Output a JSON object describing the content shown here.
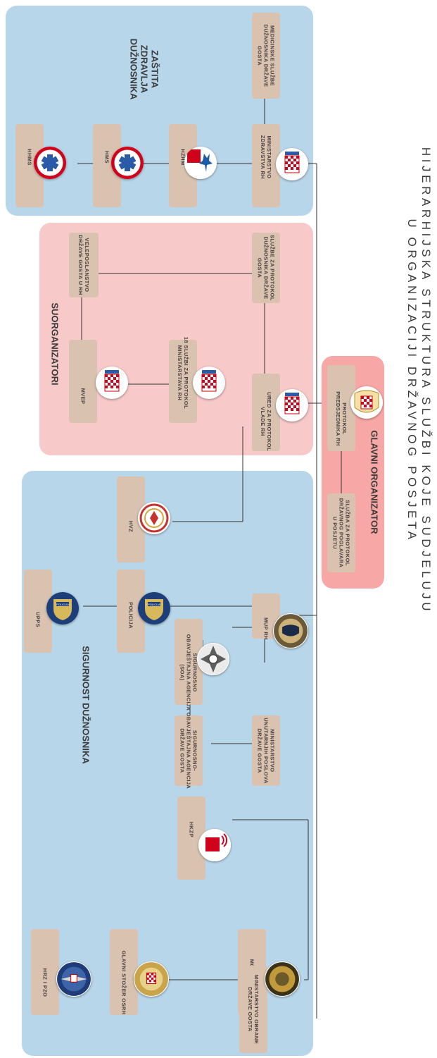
{
  "title": {
    "line1": "HIJERARHIJSKA STRUKTURA SLUŽBI KOJE SUDJELUJU",
    "line2": "U ORGANIZACIJI DRŽAVNOG POSJETA"
  },
  "colors": {
    "blue_region": "#b8d6e9",
    "pink_region": "#f8c9c9",
    "red_region": "#f7a7a5",
    "node_box": "#d9c3b0"
  },
  "sections": {
    "zdravlje": "ZAŠTITA\nZDRAVLJA\nDUŽNOSNIKA",
    "suorganizatori": "SUORGANIZATORI",
    "glavni": "GLAVNI ORGANIZATOR",
    "sigurnost": "SIGURNOST DUŽNOSNIKA"
  },
  "nodes": {
    "med_sluzbe": "MEDICINSKE SLUŽBE\nDUŽNOSNIKA DRŽAVE\nGOSTA",
    "min_zdravstva": "MINISTARSTVO\nZDRAVSTVA RH",
    "hzhm": "HZHM",
    "hms": "HMS",
    "hhms": "HHMS",
    "sluzbe_protokol_gosta": "SLUŽBE ZA PROTOKOL\nDUŽNOSNIKA DRŽAVE\nGOSTA",
    "veleposlanstvo": "VELEPOSLANSTVO\nDRŽAVE GOSTA U RH",
    "ured_protokol_vlade": "URED ZA PROTOKOL\nVLADE RH",
    "sluzbi_18": "18 SLUŽBI ZA PROTOKOL\nMINISTARSTAVA RH",
    "mvep": "MVEP",
    "protokol_predsjednika": "PROTOKOL\nPREDSJEDNIKA RH",
    "sluzba_poglavara": "SLUŽBA ZA PROTOKOL\nDRŽAVNOG POGLAVARA\nU POSJETU",
    "hvz": "HVZ",
    "policija": "POLICIJA",
    "upps": "UPPS",
    "mup": "MUP RH",
    "soa": "SIGURNOSNO\nOBAVJEŠTAJNA AGENCIJA\n(SOA)",
    "min_unutarnjih": "MINISTARSTVO\nUNUTARNJIH POSLOVA\nDRŽAVE GOSTA",
    "soa_gosta": "SIGURNOSNO-\nOBAVJEŠTAJNA AGENCIJA\nDRŽAVE GOSTA",
    "hkzp": "HKZP",
    "morh": "MORH",
    "glavni_stozer": "GLAVNI STOŽER OSRH",
    "hrz": "HRZ I PZO",
    "min_obrane": "MINISTARSTVO OBRANE\nDRŽAVE GOSTA"
  },
  "logos": {
    "min_zdravstva": "croatian-coat-of-arms-icon",
    "hzhm": "hzhm-emblem-icon",
    "hms": "star-of-life-icon",
    "hhms": "star-of-life-icon",
    "ured_protokol_vlade": "croatian-coat-of-arms-icon",
    "sluzbi_18": "croatian-coat-of-arms-icon",
    "mvep": "croatian-coat-of-arms-icon",
    "protokol_predsjednika": "presidential-arms-icon",
    "hvz": "firefighters-emblem-icon",
    "policija": "police-badge-icon",
    "upps": "police-badge-icon",
    "mup": "mup-emblem-icon",
    "soa": "soa-star-icon",
    "hkzp": "hkzp-logo-icon",
    "morh": "morh-emblem-icon",
    "glavni_stozer": "general-staff-emblem-icon",
    "hrz": "air-force-emblem-icon"
  }
}
